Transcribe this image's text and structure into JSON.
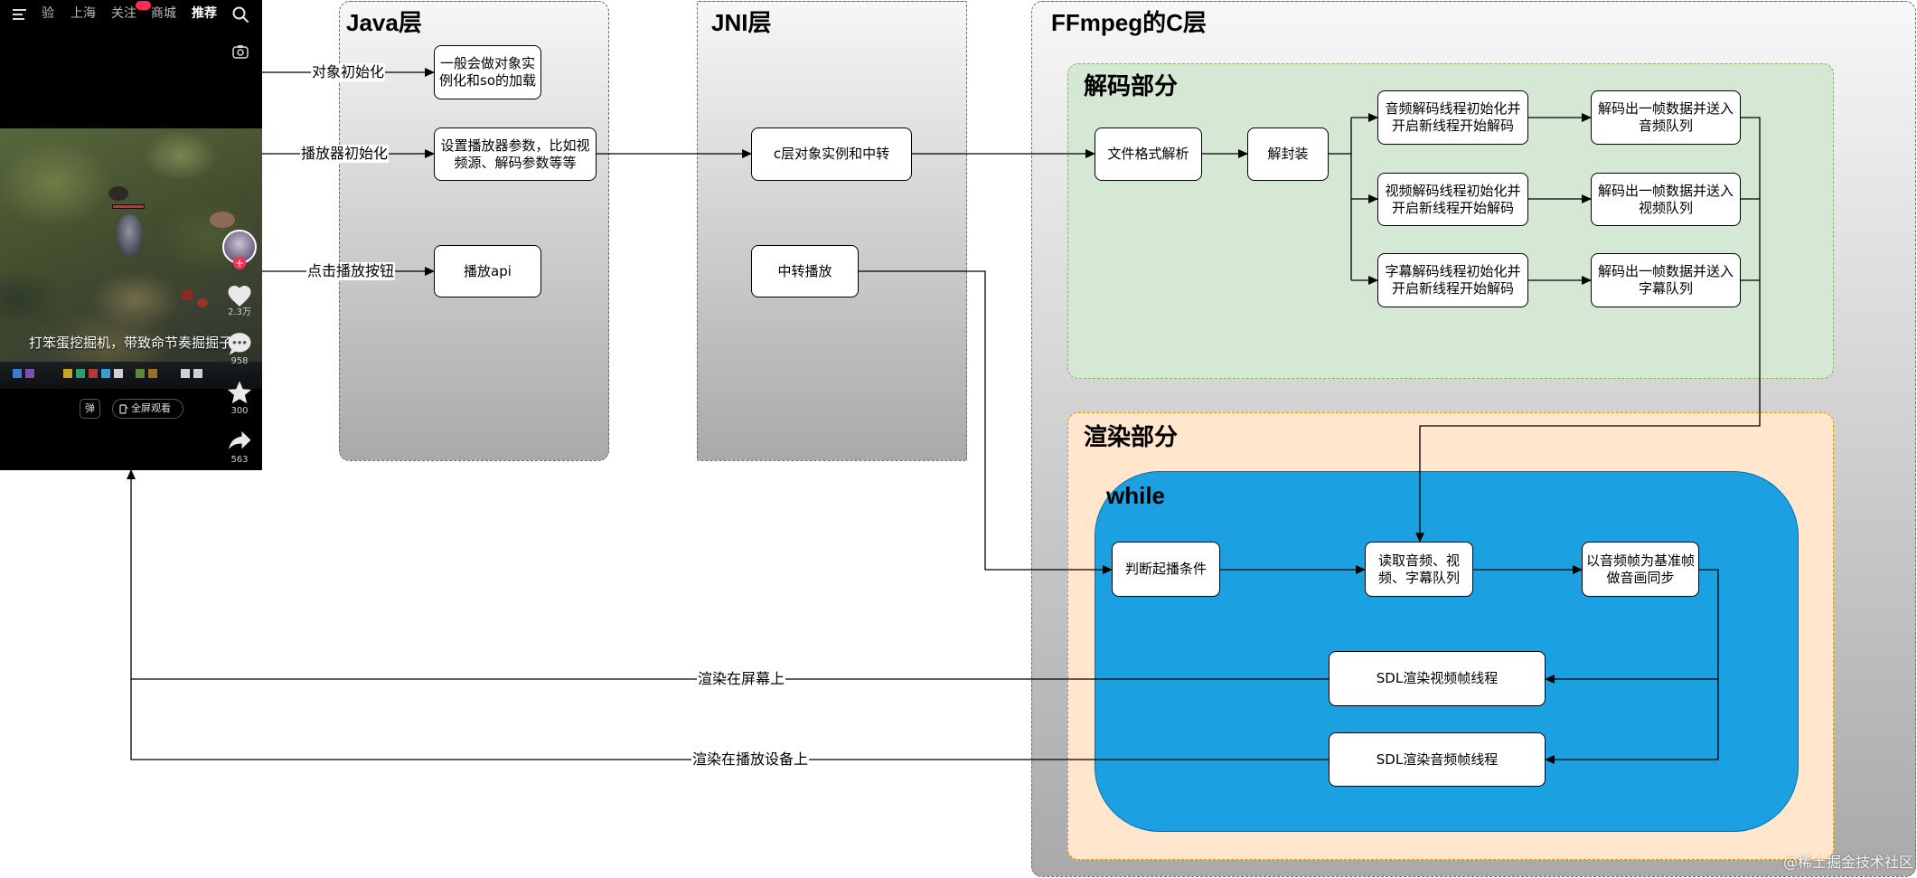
{
  "phone": {
    "nav": {
      "tab_1": "验",
      "tab_2": "上海",
      "tab_3": "关注",
      "tab_4": "商城",
      "tab_5": "推荐"
    },
    "icons": {
      "menu": "menu-icon",
      "search": "search-icon",
      "camera": "camera-icon",
      "like": "heart-icon",
      "comment": "comment-icon",
      "favorite": "star-icon",
      "share": "share-icon",
      "rotate": "rotate-screen-icon"
    },
    "video_caption": "打笨蛋挖掘机，带致命节奏掘掘子",
    "like_count": "2.3万",
    "comment_count": "958",
    "favorite_count": "300",
    "share_count": "563",
    "danmaku_label": "弹",
    "fullscreen_label": "全屏观看"
  },
  "layers": {
    "java_title": "Java层",
    "jni_title": "JNI层",
    "c_title": "FFmpeg的C层",
    "decode_title": "解码部分",
    "render_title": "渲染部分",
    "loop_title": "while"
  },
  "nodes": {
    "java_object_init": [
      "一般会做对象实",
      "例化和so的加载"
    ],
    "java_player_params": [
      "设置播放器参数，比如视",
      "频源、解码参数等等"
    ],
    "java_play_api": [
      "播放api"
    ],
    "jni_instance_relay": [
      "c层对象实例和中转"
    ],
    "jni_relay_play": [
      "中转播放"
    ],
    "c_format_parse": [
      "文件格式解析"
    ],
    "c_demux": [
      "解封装"
    ],
    "c_audio_decode_thread": [
      "音频解码线程初始化并",
      "开启新线程开始解码"
    ],
    "c_video_decode_thread": [
      "视频解码线程初始化并",
      "开启新线程开始解码"
    ],
    "c_subtitle_decode_thread": [
      "字幕解码线程初始化并",
      "开启新线程开始解码"
    ],
    "c_audio_queue": [
      "解码出一帧数据并送入",
      "音频队列"
    ],
    "c_video_queue": [
      "解码出一帧数据并送入",
      "视频队列"
    ],
    "c_subtitle_queue": [
      "解码出一帧数据并送入",
      "字幕队列"
    ],
    "c_start_check": [
      "判断起播条件"
    ],
    "c_read_queues": [
      "读取音频、视",
      "频、字幕队列"
    ],
    "c_av_sync": [
      "以音频帧为基准帧",
      "做音画同步"
    ],
    "c_sdl_video": [
      "SDL渲染视频帧线程"
    ],
    "c_sdl_audio": [
      "SDL渲染音频帧线程"
    ]
  },
  "edges": {
    "object_init": "对象初始化",
    "player_init": "播放器初始化",
    "click_play": "点击播放按钮",
    "render_screen": "渲染在屏幕上",
    "render_device": "渲染在播放设备上"
  },
  "watermark": "@稀土掘金技术社区",
  "colors": {
    "decode_fill": "#d5e8d4",
    "render_fill": "#ffe6cc",
    "loop_fill": "#1ba1e2",
    "node_fill": "#ffffff",
    "layer_gradient_bottom": "#a9a9a9"
  }
}
